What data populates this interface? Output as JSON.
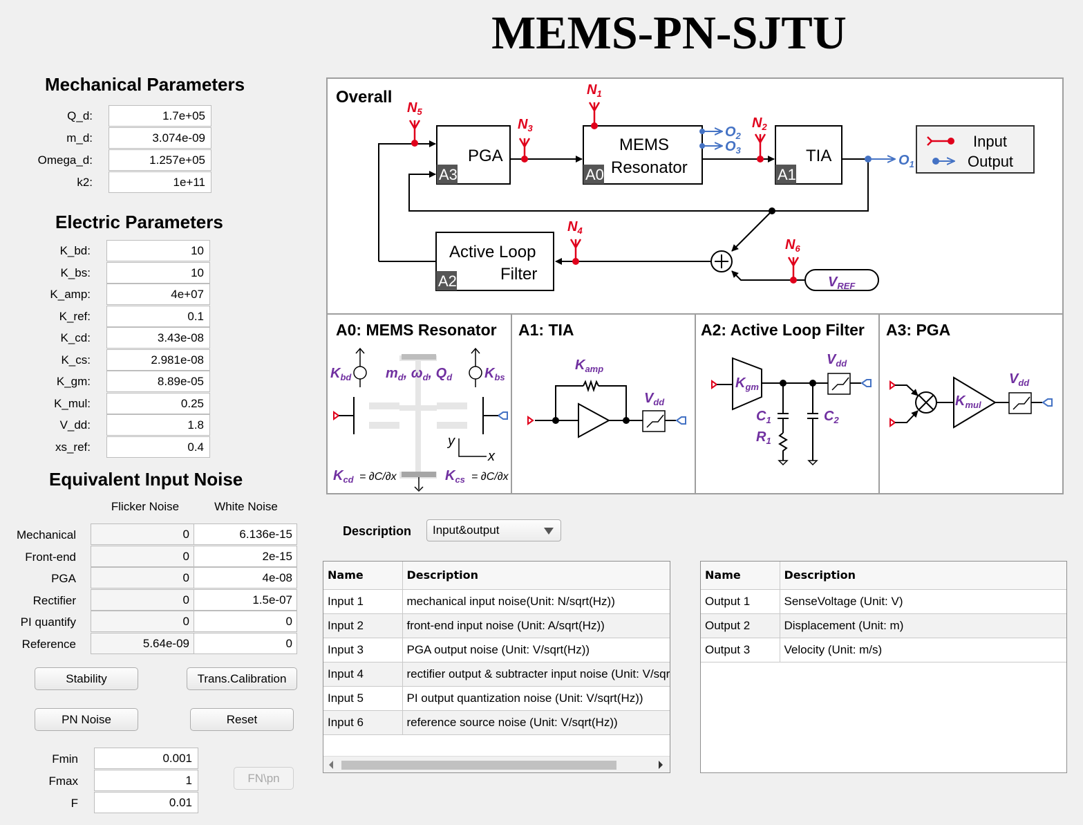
{
  "app_title": "MEMS-PN-SJTU",
  "mechanical": {
    "title": "Mechanical Parameters",
    "params": [
      {
        "label": "Q_d:",
        "value": "1.7e+05"
      },
      {
        "label": "m_d:",
        "value": "3.074e-09"
      },
      {
        "label": "Omega_d:",
        "value": "1.257e+05"
      },
      {
        "label": "k2:",
        "value": "1e+11"
      }
    ]
  },
  "electric": {
    "title": "Electric Parameters",
    "params": [
      {
        "label": "K_bd:",
        "value": "10"
      },
      {
        "label": "K_bs:",
        "value": "10"
      },
      {
        "label": "K_amp:",
        "value": "4e+07"
      },
      {
        "label": "K_ref:",
        "value": "0.1"
      },
      {
        "label": "K_cd:",
        "value": "3.43e-08"
      },
      {
        "label": "K_cs:",
        "value": "2.981e-08"
      },
      {
        "label": "K_gm:",
        "value": "8.89e-05"
      },
      {
        "label": "K_mul:",
        "value": "0.25"
      },
      {
        "label": "V_dd:",
        "value": "1.8"
      },
      {
        "label": "xs_ref:",
        "value": "0.4"
      }
    ]
  },
  "noise": {
    "title": "Equivalent Input Noise",
    "headers": [
      "Flicker Noise",
      "White Noise"
    ],
    "rows": [
      {
        "label": "Mechanical",
        "flicker": "0",
        "white": "6.136e-15"
      },
      {
        "label": "Front-end",
        "flicker": "0",
        "white": "2e-15"
      },
      {
        "label": "PGA",
        "flicker": "0",
        "white": "4e-08"
      },
      {
        "label": "Rectifier",
        "flicker": "0",
        "white": "1.5e-07"
      },
      {
        "label": "PI quantify",
        "flicker": "0",
        "white": "0"
      },
      {
        "label": "Reference",
        "flicker": "5.64e-09",
        "white": "0"
      }
    ]
  },
  "buttons": {
    "stability": "Stability",
    "trans_calibration": "Trans.Calibration",
    "pn_noise": "PN Noise",
    "reset": "Reset",
    "fn_pn": "FN\\pn"
  },
  "freq": [
    {
      "label": "Fmin",
      "value": "0.001"
    },
    {
      "label": "Fmax",
      "value": "1"
    },
    {
      "label": "F",
      "value": "0.01"
    }
  ],
  "diagram": {
    "overall": "Overall",
    "pga": "PGA",
    "mems1": "MEMS",
    "mems2": "Resonator",
    "tia": "TIA",
    "alf1": "Active Loop",
    "alf2": "Filter",
    "a0": "A0",
    "a1": "A1",
    "a2": "A2",
    "a3": "A3",
    "legend_input": "Input",
    "legend_output": "Output",
    "panel_a0": "A0: MEMS Resonator",
    "panel_a1": "A1: TIA",
    "panel_a2": "A2: Active Loop Filter",
    "panel_a3": "A3: PGA"
  },
  "description": {
    "label": "Description",
    "selected": "Input&output",
    "input_table": {
      "headers": [
        "Name",
        "Description"
      ],
      "rows": [
        [
          "Input 1",
          "mechanical input noise(Unit: N/sqrt(Hz))"
        ],
        [
          "Input 2",
          "front-end input noise (Unit: A/sqrt(Hz))"
        ],
        [
          "Input 3",
          "PGA output noise (Unit: V/sqrt(Hz))"
        ],
        [
          "Input 4",
          "rectifier output & subtracter input noise (Unit: V/sqrt(Hz))"
        ],
        [
          "Input 5",
          "PI output quantization noise (Unit: V/sqrt(Hz))"
        ],
        [
          "Input 6",
          "reference source noise (Unit: V/sqrt(Hz))"
        ]
      ]
    },
    "output_table": {
      "headers": [
        "Name",
        "Description"
      ],
      "rows": [
        [
          "Output 1",
          "SenseVoltage (Unit: V)"
        ],
        [
          "Output 2",
          "Displacement (Unit: m)"
        ],
        [
          "Output 3",
          "Velocity (Unit: m/s)"
        ]
      ]
    }
  },
  "colors": {
    "input_red": "#e0001b",
    "output_blue": "#4472c4",
    "param_purple": "#7030a0"
  }
}
